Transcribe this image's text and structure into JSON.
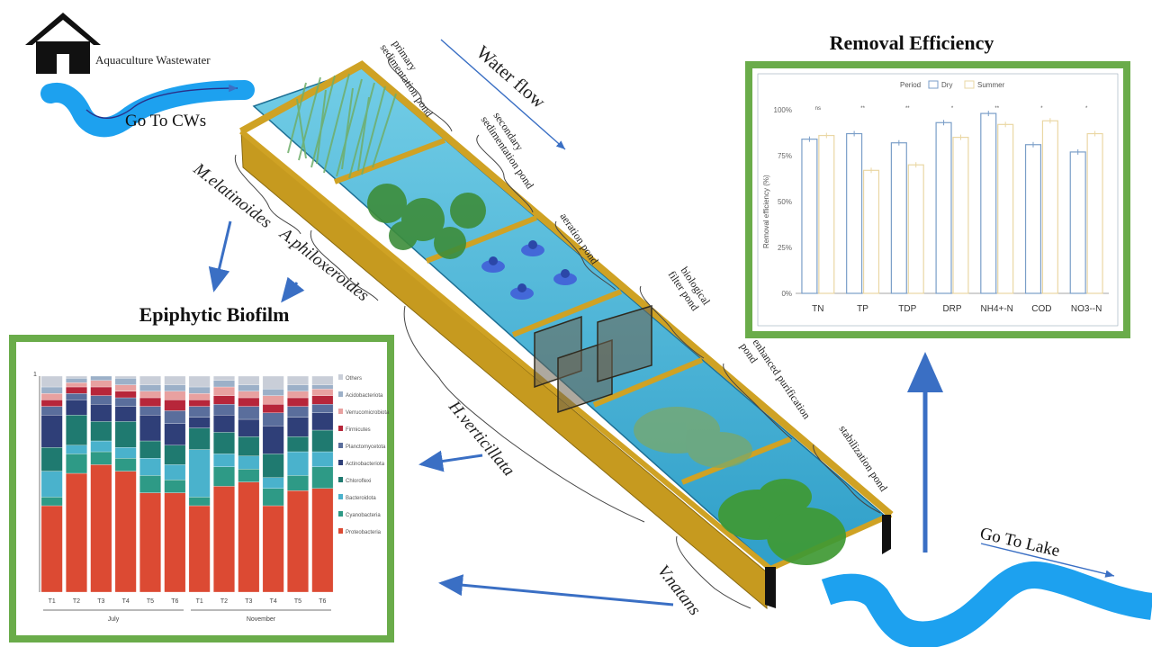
{
  "inflow": {
    "house_label": "Aquaculture Wastewater",
    "pipe_label": "Go To CWs"
  },
  "outflow": {
    "label": "Go To Lake"
  },
  "flow_direction_label": "Water flow",
  "ponds": [
    {
      "label_line1": "primary",
      "label_line2": "sedimentation pond"
    },
    {
      "label_line1": "secondary",
      "label_line2": "sedimentation pond"
    },
    {
      "label_line1": "aeration pond",
      "label_line2": ""
    },
    {
      "label_line1": "biological",
      "label_line2": "filter pond"
    },
    {
      "label_line1": "enhanced purification",
      "label_line2": "pond"
    },
    {
      "label_line1": "stabilization pond",
      "label_line2": ""
    }
  ],
  "plants": [
    {
      "name": "M.elatinoides"
    },
    {
      "name": "A.philoxeroides"
    },
    {
      "name": "H.verticillata"
    },
    {
      "name": "V.natans"
    }
  ],
  "biofilm_panel": {
    "title": "Epiphytic Biofilm",
    "y_axis_top_label": "1",
    "group_labels": [
      "July",
      "November"
    ],
    "sample_labels": [
      "T1",
      "T2",
      "T3",
      "T4",
      "T5",
      "T6",
      "T1",
      "T2",
      "T3",
      "T4",
      "T5",
      "T6"
    ]
  },
  "removal_panel": {
    "title": "Removal Efficiency",
    "legend": [
      "Dry",
      "Summer"
    ],
    "y_label": "Removal efficiency (%)"
  },
  "colors": {
    "frame_green": "#6aac4a",
    "trough_gold": "#cfa224",
    "water_blue": "#4cb4d8",
    "river_blue": "#1da1ef",
    "arrow_blue": "#3a6fc4",
    "stack_red": "#dc4a33",
    "stack_teal": "#2e9a86",
    "stack_cyan": "#4ab2cc",
    "stack_navy": "#2f3f78"
  },
  "chart_data": [
    {
      "type": "bar",
      "title": "Removal Efficiency",
      "categories": [
        "TN",
        "TP",
        "TDP",
        "DRP",
        "NH4+-N",
        "COD",
        "NO3--N"
      ],
      "ylabel": "Removal efficiency (%)",
      "yticks": [
        "0%",
        "25%",
        "50%",
        "75%",
        "100%"
      ],
      "ylim": [
        0,
        100
      ],
      "legend_position": "top",
      "grid": false,
      "series": [
        {
          "name": "Dry",
          "values": [
            84,
            87,
            82,
            93,
            98,
            81,
            77
          ],
          "color": "#7a9ec8"
        },
        {
          "name": "Summer",
          "values": [
            86,
            67,
            70,
            85,
            92,
            94,
            87
          ],
          "color": "#ead7a4"
        }
      ],
      "significance": [
        "ns",
        "**",
        "**",
        "*",
        "**",
        "*",
        "*"
      ]
    },
    {
      "type": "bar",
      "stacked": true,
      "title": "Epiphytic Biofilm",
      "categories": [
        "T1",
        "T2",
        "T3",
        "T4",
        "T5",
        "T6",
        "T1",
        "T2",
        "T3",
        "T4",
        "T5",
        "T6"
      ],
      "groups": [
        "July",
        "November"
      ],
      "ylim": [
        0,
        1
      ],
      "series": [
        {
          "name": "Proteobacteria",
          "color": "#dc4a33",
          "values": [
            0.4,
            0.55,
            0.59,
            0.56,
            0.46,
            0.46,
            0.4,
            0.49,
            0.51,
            0.4,
            0.47,
            0.48
          ]
        },
        {
          "name": "Cyanobacteria",
          "color": "#2e9a86",
          "values": [
            0.04,
            0.09,
            0.06,
            0.06,
            0.08,
            0.06,
            0.04,
            0.09,
            0.06,
            0.08,
            0.07,
            0.1
          ]
        },
        {
          "name": "Bacteroidota",
          "color": "#4ab2cc",
          "values": [
            0.12,
            0.04,
            0.05,
            0.05,
            0.08,
            0.07,
            0.22,
            0.06,
            0.06,
            0.05,
            0.11,
            0.07
          ]
        },
        {
          "name": "Chloroflexi",
          "color": "#1f7a70",
          "values": [
            0.11,
            0.14,
            0.09,
            0.12,
            0.08,
            0.09,
            0.1,
            0.1,
            0.09,
            0.11,
            0.07,
            0.1
          ]
        },
        {
          "name": "Actinobacteriota",
          "color": "#2f3f78",
          "values": [
            0.15,
            0.07,
            0.08,
            0.07,
            0.12,
            0.1,
            0.05,
            0.08,
            0.08,
            0.13,
            0.09,
            0.08
          ]
        },
        {
          "name": "Planctomycetota",
          "color": "#5a6e9c",
          "values": [
            0.04,
            0.03,
            0.04,
            0.04,
            0.04,
            0.06,
            0.05,
            0.05,
            0.06,
            0.06,
            0.05,
            0.04
          ]
        },
        {
          "name": "Firmicutes",
          "color": "#b7263a",
          "values": [
            0.03,
            0.03,
            0.04,
            0.03,
            0.04,
            0.05,
            0.03,
            0.04,
            0.04,
            0.04,
            0.04,
            0.04
          ]
        },
        {
          "name": "Verrucomicrobiota",
          "color": "#e8a1a0",
          "values": [
            0.03,
            0.02,
            0.03,
            0.03,
            0.03,
            0.04,
            0.03,
            0.04,
            0.03,
            0.04,
            0.03,
            0.03
          ]
        },
        {
          "name": "Acidobacteriota",
          "color": "#9cb0c8",
          "values": [
            0.03,
            0.02,
            0.02,
            0.03,
            0.03,
            0.03,
            0.03,
            0.03,
            0.03,
            0.03,
            0.03,
            0.02
          ]
        },
        {
          "name": "Others",
          "color": "#c9ced8",
          "values": [
            0.05,
            0.01,
            0.0,
            0.01,
            0.04,
            0.04,
            0.05,
            0.02,
            0.04,
            0.06,
            0.04,
            0.04
          ]
        }
      ]
    }
  ]
}
